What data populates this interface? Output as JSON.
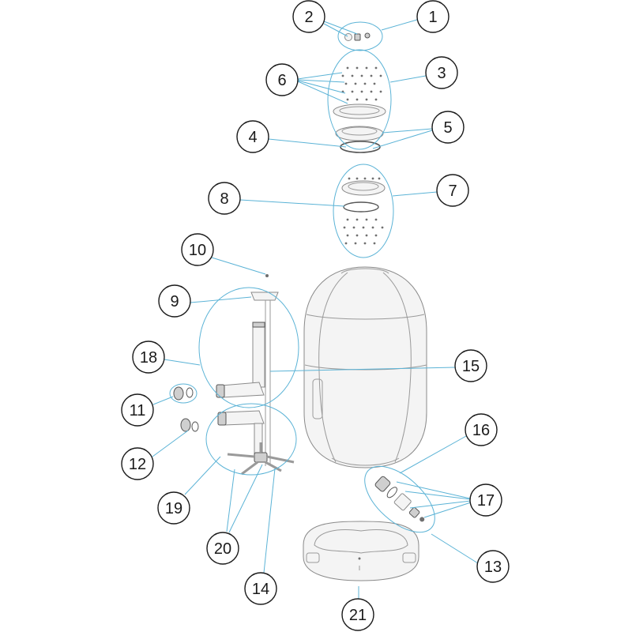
{
  "callouts": [
    "1",
    "2",
    "3",
    "4",
    "5",
    "6",
    "7",
    "8",
    "9",
    "10",
    "11",
    "12",
    "13",
    "14",
    "15",
    "16",
    "17",
    "18",
    "19",
    "20",
    "21"
  ],
  "colors": {
    "leader_line": "#5bb3d6",
    "callout_stroke": "#1a1a1a",
    "part_outline": "#8a8a8a",
    "background": "#ffffff"
  }
}
